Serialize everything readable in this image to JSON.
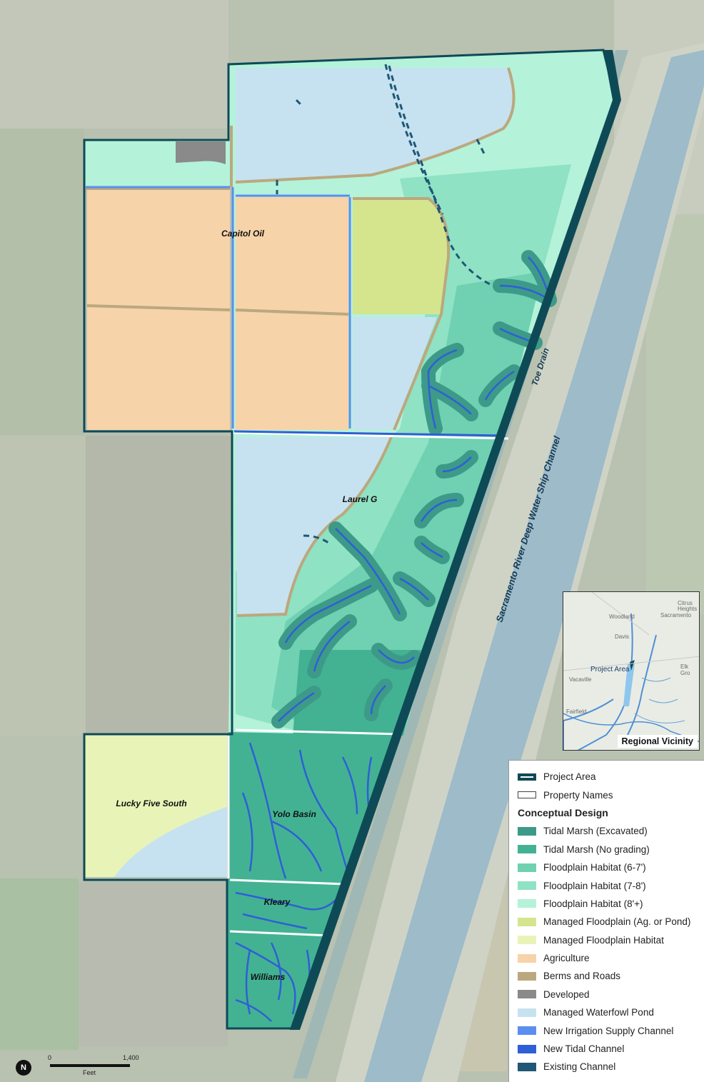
{
  "properties": {
    "capitol_oil": "Capitol Oil",
    "laurel_g": "Laurel G",
    "lucky_five_south": "Lucky Five South",
    "yolo_basin": "Yolo Basin",
    "kleary": "Kleary",
    "williams": "Williams"
  },
  "waterways": {
    "ship_channel": "Sacramento River Deep Water Ship Channel",
    "toe_drain": "Toe Drain"
  },
  "legend": {
    "project_area": "Project Area",
    "property_names": "Property Names",
    "heading": "Conceptual Design",
    "items": [
      {
        "label": "Tidal Marsh (Excavated)",
        "color": "#3d9a88"
      },
      {
        "label": "Tidal Marsh (No grading)",
        "color": "#43b293"
      },
      {
        "label": "Floodplain Habitat (6-7')",
        "color": "#6fd1b1"
      },
      {
        "label": "Floodplain Habitat (7-8')",
        "color": "#8fe2c3"
      },
      {
        "label": "Floodplain Habitat (8'+)",
        "color": "#b4f2da"
      },
      {
        "label": "Managed Floodplain (Ag. or Pond)",
        "color": "#d4e58e"
      },
      {
        "label": "Managed Floodplain Habitat",
        "color": "#e8f4b7"
      },
      {
        "label": "Agriculture",
        "color": "#f7d3a9"
      },
      {
        "label": "Berms and Roads",
        "color": "#bba87e"
      },
      {
        "label": "Developed",
        "color": "#8a8a8a"
      },
      {
        "label": "Managed Waterfowl Pond",
        "color": "#c6e2f0"
      },
      {
        "label": "New Irrigation Supply Channel",
        "color": "#5b8ef0"
      },
      {
        "label": "New Tidal Channel",
        "color": "#2f5fd6"
      },
      {
        "label": "Existing Channel",
        "color": "#1f5777"
      }
    ],
    "project_area_color": "#0e4a56"
  },
  "inset": {
    "title": "Regional Vicinity",
    "project_area_label": "Project Area",
    "cities": [
      "Woodland",
      "Citrus Heights",
      "Davis",
      "Sacramento",
      "Elk Gro",
      "Vacaville",
      "Fairfield"
    ]
  },
  "scale": {
    "zero": "0",
    "distance": "1,400",
    "unit": "Feet",
    "north": "N"
  }
}
